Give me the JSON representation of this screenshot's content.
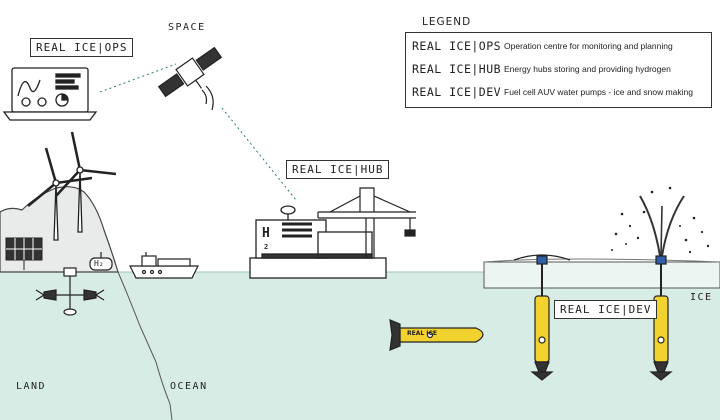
{
  "labels": {
    "space": "SPACE",
    "legend_title": "LEGEND",
    "ops": "REAL ICE|OPS",
    "hub": "REAL ICE|HUB",
    "dev": "REAL ICE|DEV",
    "land": "LAND",
    "ocean": "OCEAN",
    "ice": "ICE",
    "hub_h": "H",
    "hub_2": "2",
    "h2_tank": "H₂",
    "auv_text": "REAL ICE"
  },
  "legend": [
    {
      "key": "REAL ICE|OPS",
      "desc": "Operation centre for monitoring and planning"
    },
    {
      "key": "REAL ICE|HUB",
      "desc": "Energy hubs storing and providing hydrogen"
    },
    {
      "key": "REAL ICE|DEV",
      "desc": "Fuel cell AUV water pumps - ice and snow making"
    }
  ],
  "colors": {
    "water": "#d8ece6",
    "ice": "#edf5f3",
    "line": "#222222",
    "device_yellow": "#f2d22e",
    "grass": "#cfd3d2"
  }
}
